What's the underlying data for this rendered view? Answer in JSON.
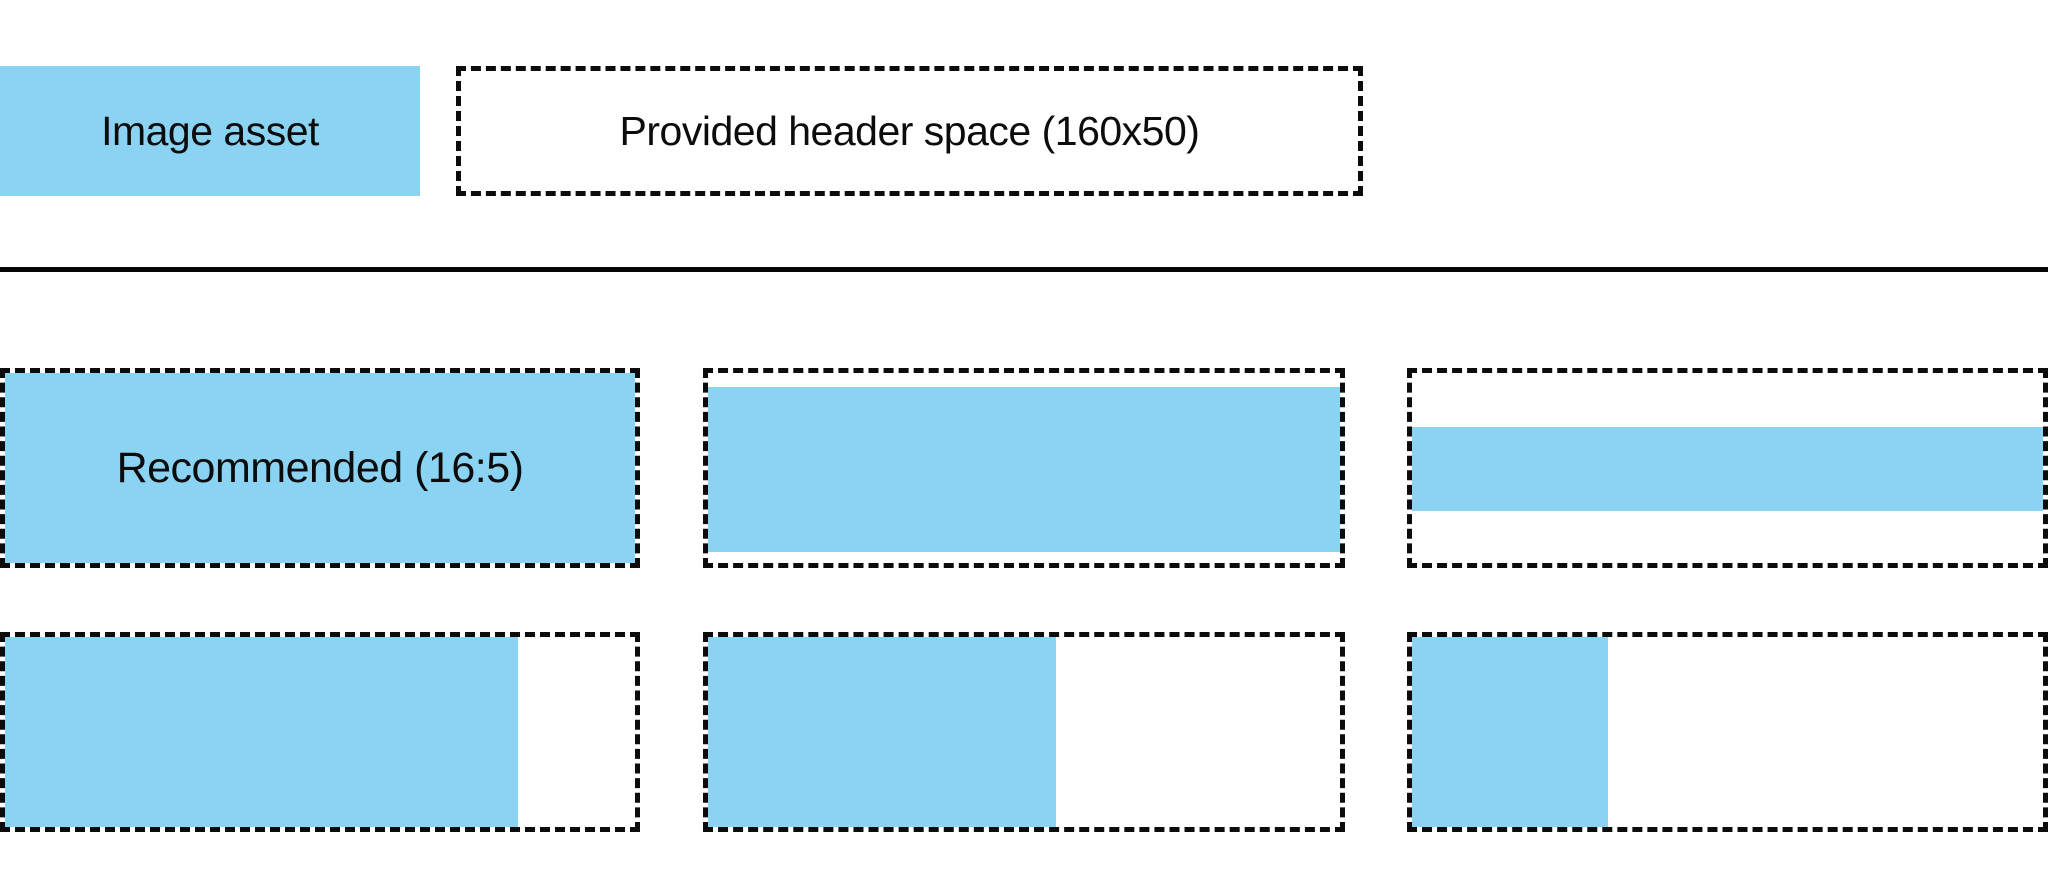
{
  "colors": {
    "image_asset_blue": "#8BD3F2",
    "border_black": "#0c0c0c",
    "background": "#ffffff"
  },
  "legend": {
    "image_asset_label": "Image asset",
    "header_space_label": "Provided header space (160x50)"
  },
  "cells": [
    {
      "id": "recommended-16-5",
      "label": "Recommended (16:5)",
      "fill": {
        "left_pct": 0,
        "top_pct": 0,
        "width_pct": 100,
        "height_pct": 100
      }
    },
    {
      "id": "full-width-slight-vertical-margins",
      "label": "",
      "fill": {
        "left_pct": 0,
        "top_pct": 7.4,
        "width_pct": 100,
        "height_pct": 86.8
      }
    },
    {
      "id": "full-width-centered-thin-bar",
      "label": "",
      "fill": {
        "left_pct": 0,
        "top_pct": 28.4,
        "width_pct": 100,
        "height_pct": 44.2
      }
    },
    {
      "id": "full-height-four-fifths-width",
      "label": "",
      "fill": {
        "left_pct": 0,
        "top_pct": 0,
        "width_pct": 81.5,
        "height_pct": 100
      }
    },
    {
      "id": "full-height-half-width",
      "label": "",
      "fill": {
        "left_pct": 0,
        "top_pct": 0,
        "width_pct": 55,
        "height_pct": 100
      }
    },
    {
      "id": "full-height-third-width",
      "label": "",
      "fill": {
        "left_pct": 0,
        "top_pct": 0,
        "width_pct": 31,
        "height_pct": 100
      }
    }
  ]
}
